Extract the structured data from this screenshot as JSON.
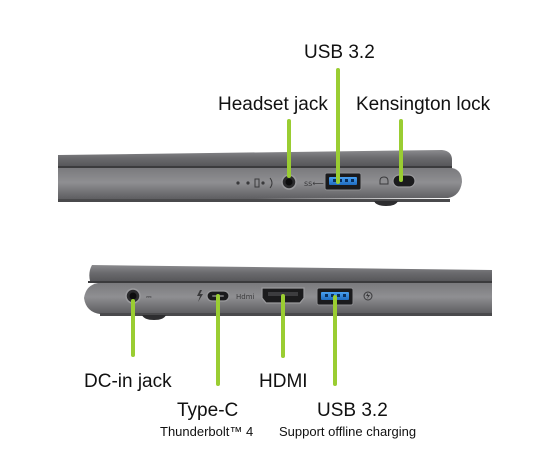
{
  "top_view": {
    "labels": {
      "usb": "USB 3.2",
      "headset": "Headset jack",
      "kensington": "Kensington lock"
    },
    "port_marks": {
      "usb_symbol": "ss⟵",
      "hdmi_mark": "",
      "indicators": "⌁ • ◻ • ⎈"
    }
  },
  "bottom_view": {
    "labels": {
      "dc_in": "DC-in jack",
      "type_c": "Type-C",
      "type_c_sub": "Thunderbolt™ 4",
      "hdmi": "HDMI",
      "usb": "USB 3.2",
      "usb_sub": "Support offline charging"
    },
    "port_marks": {
      "hdmi_mark": "Hdmi"
    }
  },
  "colors": {
    "callout_line": "#9acd32",
    "chassis": "#6e6e70",
    "chassis_dark": "#4a4a4c",
    "usb_blue": "#2f7fd6"
  }
}
